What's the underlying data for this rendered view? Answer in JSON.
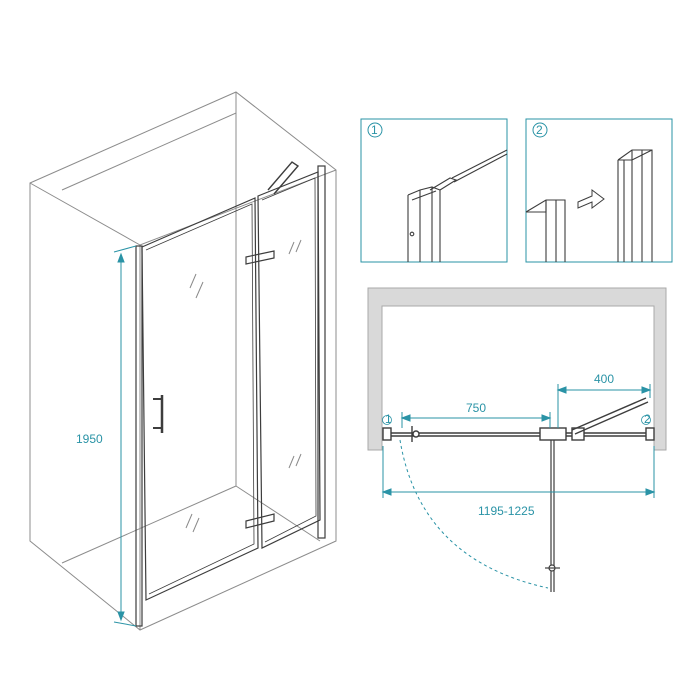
{
  "colors": {
    "line": "#4a4a4a",
    "light_line": "#a9a9a9",
    "wall_fill": "#d9d9d9",
    "dimension": "#2a93a6",
    "glass_mark": "#8a8a8a"
  },
  "elevation": {
    "height_label": "1950"
  },
  "detail_1": {
    "badge": "1"
  },
  "detail_2": {
    "badge": "2"
  },
  "plan": {
    "door_width_label": "750",
    "fixed_width_label": "400",
    "total_width_label": "1195-1225",
    "marker_left": "1",
    "marker_right": "2"
  }
}
